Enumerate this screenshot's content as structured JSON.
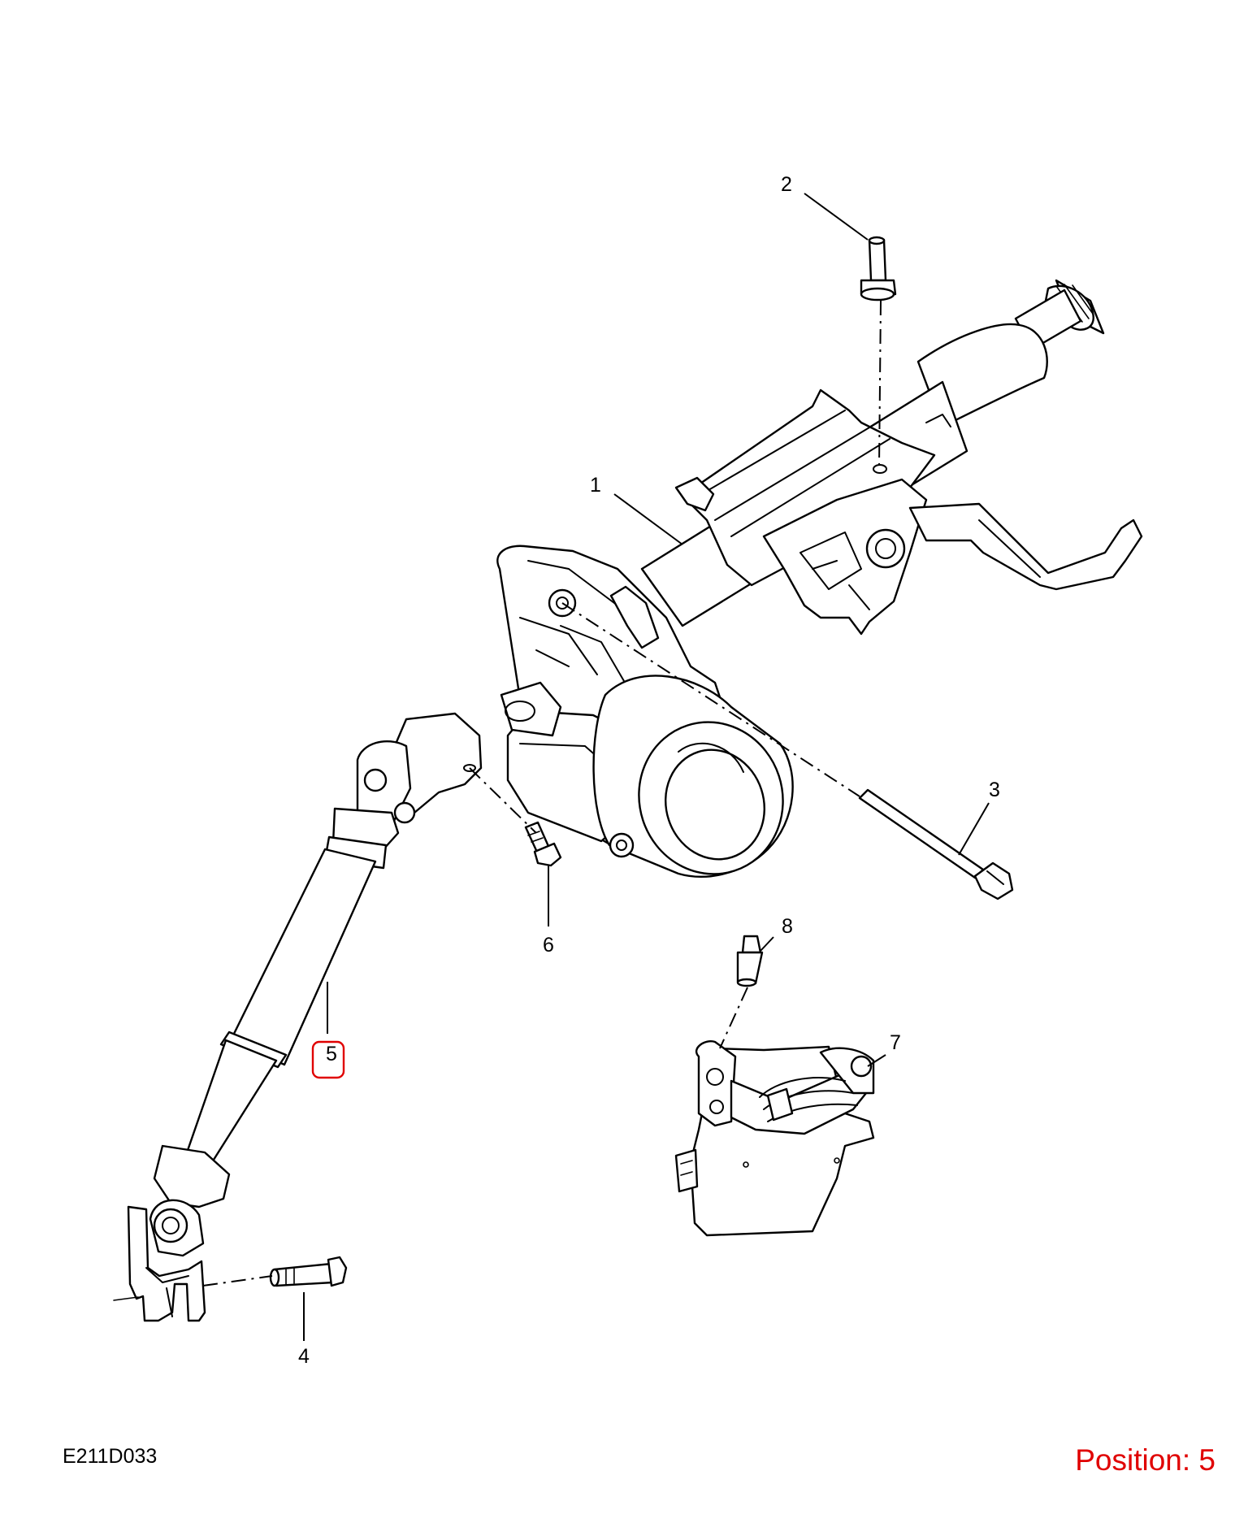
{
  "callouts": {
    "c1": "1",
    "c2": "2",
    "c3": "3",
    "c4": "4",
    "c5": "5",
    "c6": "6",
    "c7": "7",
    "c8": "8"
  },
  "reference_code": "E211D033",
  "position": {
    "label": "Position: 5",
    "highlighted_callout": "5",
    "color": "#e00000"
  }
}
